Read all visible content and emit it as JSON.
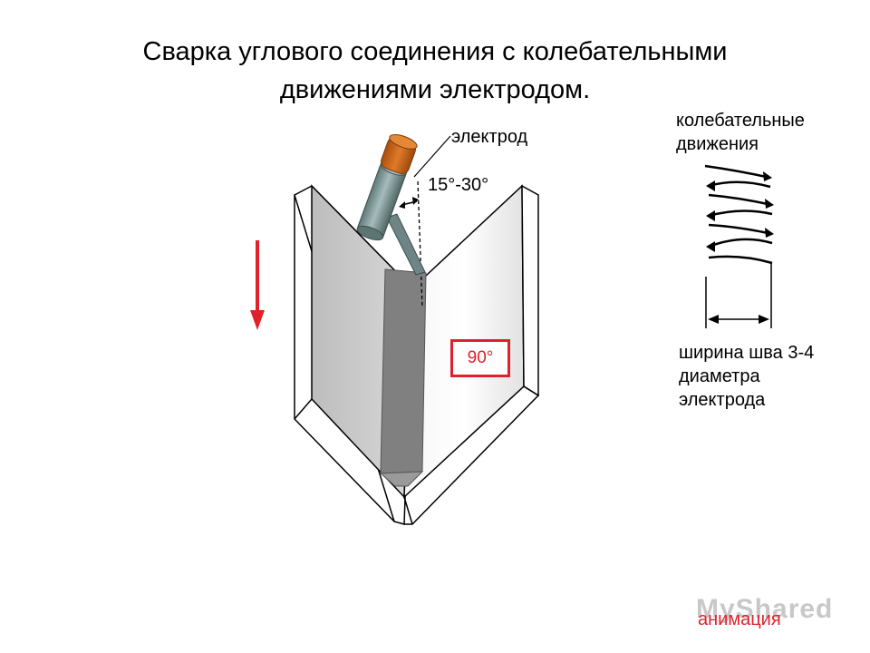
{
  "title": "Сварка углового соединения с колебательными\nдвижениями электродом.",
  "labels": {
    "electrode": "электрод",
    "angle_range": "15°-30°",
    "oscillation": "колебательные\nдвижения",
    "seam_width": "ширина шва 3-4\nдиаметра\nэлектрода",
    "angle_90": "90°"
  },
  "animation_link": "анимация",
  "watermark": "MyShared",
  "colors": {
    "accent_red": "#e0212b",
    "plate_gray": "#cfcfcf",
    "electrode_holder": "#d2691e",
    "electrode_body": "#7a9090",
    "seam": "#808080"
  },
  "icons": {
    "direction_arrow": "down-arrow-icon",
    "oscillation_arcs": "curved-arrow-icon"
  }
}
